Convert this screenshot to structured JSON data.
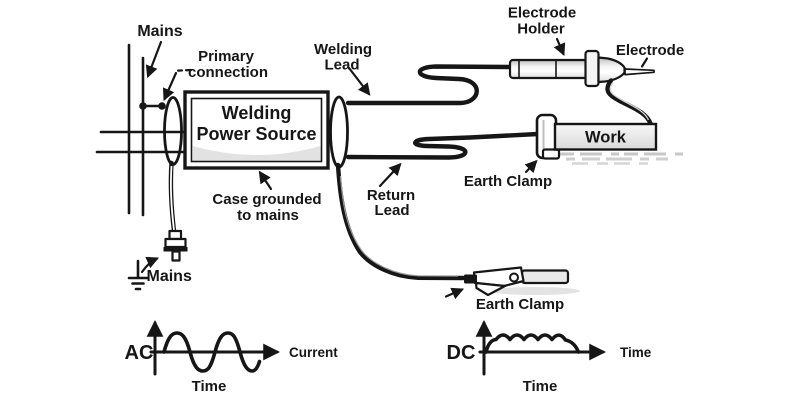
{
  "figure": {
    "title_hint": "Manual metal arc welding circuit diagram",
    "colors": {
      "ink": "#161616",
      "background": "#ffffff",
      "metal_light": "#e8e8e8",
      "shadow": "#c7c7c7"
    },
    "labels": {
      "mains_top": "Mains",
      "primary_connection": {
        "line1": "Primary",
        "line2": "connection"
      },
      "welding_lead": {
        "line1": "Welding",
        "line2": "Lead"
      },
      "electrode_holder": {
        "line1": "Electrode",
        "line2": "Holder"
      },
      "electrode": "Electrode",
      "power_source": {
        "line1": "Welding",
        "line2": "Power Source"
      },
      "case_grounded": {
        "line1": "Case grounded",
        "line2": "to mains"
      },
      "return_lead": {
        "line1": "Return",
        "line2": "Lead"
      },
      "work": "Work",
      "earth_clamp_work": "Earth Clamp",
      "earth_clamp_bottom": "Earth Clamp",
      "mains_bottom": "Mains"
    },
    "waveforms": {
      "ac": {
        "label": "AC",
        "x_axis_right_label": "Current",
        "below_axis_label": "Time",
        "shape": "sine wave, 2 full cycles, symmetric about the horizontal axis"
      },
      "dc": {
        "label": "DC",
        "x_axis_right_label": "Time",
        "below_axis_label": "Time",
        "shape": "steady positive level with 5 small ripples above the horizontal axis"
      }
    }
  }
}
